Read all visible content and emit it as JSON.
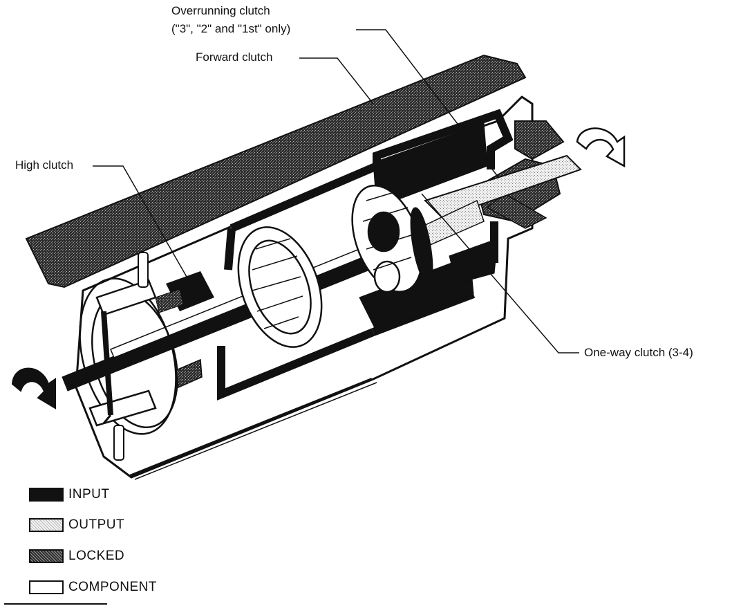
{
  "labels": {
    "overrunning_clutch_line1": "Overrunning clutch",
    "overrunning_clutch_line2": "(\"3\", \"2\" and \"1st\" only)",
    "forward_clutch": "Forward clutch",
    "high_clutch": "High clutch",
    "one_way_clutch": "One-way clutch (3-4)"
  },
  "legend": [
    {
      "label": "INPUT",
      "pattern": "solid-black"
    },
    {
      "label": "OUTPUT",
      "pattern": "light-stipple"
    },
    {
      "label": "LOCKED",
      "pattern": "dark-stipple"
    },
    {
      "label": "COMPONENT",
      "pattern": "blank"
    }
  ],
  "colors": {
    "input": "#111111",
    "output": "#d8d8d8",
    "locked": "#555555",
    "component": "#ffffff",
    "line": "#111111"
  }
}
